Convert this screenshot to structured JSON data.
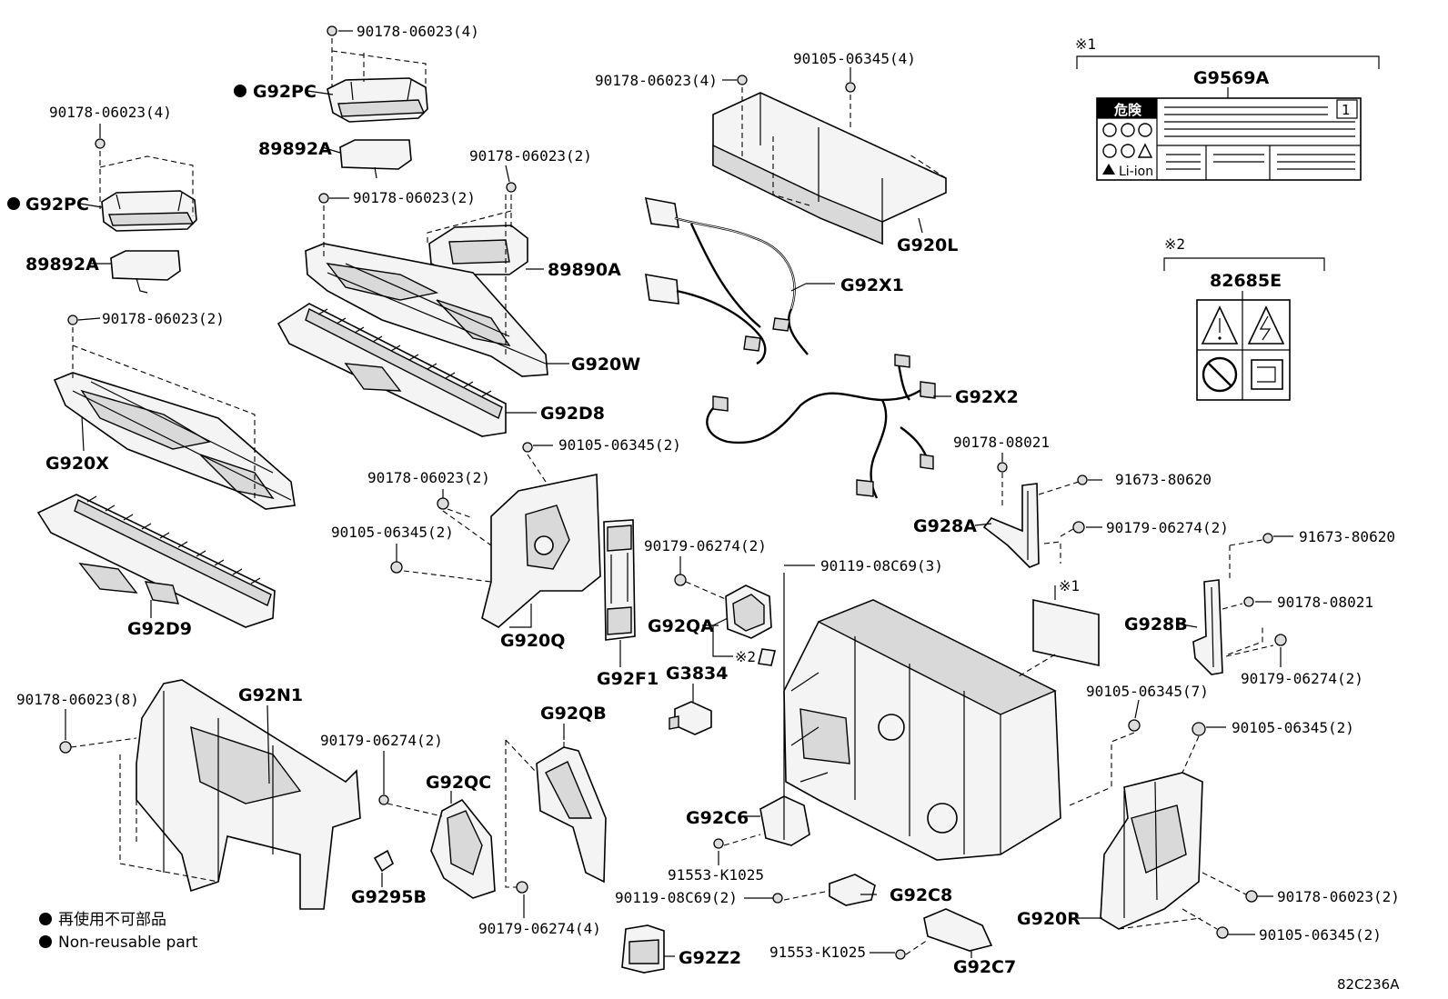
{
  "labels": {
    "f_90178_06023_4_a": "90178-06023(4)",
    "g92pc_a": "G92PC",
    "f_89892a_a": "89892A",
    "f_90178_06023_4_b": "90178-06023(4)",
    "g92pc_b": "G92PC",
    "f_89892a_b": "89892A",
    "f_90178_06023_2_a": "90178-06023(2)",
    "f_90178_06023_2_b": "90178-06023(2)",
    "f_89890a": "89890A",
    "f_90178_06023_2_c": "90178-06023(2)",
    "g920w": "G920W",
    "g92d8": "G92D8",
    "g920x": "G920X",
    "g92d9": "G92D9",
    "f_90178_06023_4_c": "90178-06023(4)",
    "f_90105_06345_4": "90105-06345(4)",
    "g920l": "G920L",
    "g92x1": "G92X1",
    "g92x2": "G92X2",
    "f_90105_06345_2_a": "90105-06345(2)",
    "f_90178_06023_2_d": "90178-06023(2)",
    "f_90105_06345_2_b": "90105-06345(2)",
    "g920q": "G920Q",
    "g92f1": "G92F1",
    "f_90179_06274_2_a": "90179-06274(2)",
    "g92qa": "G92QA",
    "ref2_small": "※2",
    "g3834": "G3834",
    "f_90119_08c69_3": "90119-08C69(3)",
    "f_90178_08021_a": "90178-08021",
    "f_91673_80620_a": "91673-80620",
    "g928a": "G928A",
    "f_90179_06274_2_b": "90179-06274(2)",
    "f_91673_80620_b": "91673-80620",
    "ref1_small": "※1",
    "f_90178_08021_b": "90178-08021",
    "g928b": "G928B",
    "f_90179_06274_2_c": "90179-06274(2)",
    "f_90105_06345_7": "90105-06345(7)",
    "f_90105_06345_2_c": "90105-06345(2)",
    "f_90178_06023_8": "90178-06023(8)",
    "g92n1": "G92N1",
    "f_90179_06274_2_d": "90179-06274(2)",
    "g92qc": "G92QC",
    "g9295b": "G9295B",
    "g92qb": "G92QB",
    "f_90179_06274_4": "90179-06274(4)",
    "g92c6": "G92C6",
    "f_91553_k1025_a": "91553-K1025",
    "f_90119_08c69_2": "90119-08C69(2)",
    "g92c8": "G92C8",
    "f_91553_k1025_b": "91553-K1025",
    "g92c7": "G92C7",
    "g920r": "G920R",
    "f_90178_06023_2_e": "90178-06023(2)",
    "f_90105_06345_2_d": "90105-06345(2)",
    "g92z2": "G92Z2",
    "ref1_top": "※1",
    "g9569a": "G9569A",
    "ref2_top": "※2",
    "f_82685e": "82685E"
  },
  "label_sheet": {
    "header": "危険",
    "page_num": "1",
    "badge": "Li-ion"
  },
  "legend": {
    "jp": "再使用不可部品",
    "en": "Non-reusable part"
  },
  "figure_id": "82C236A"
}
